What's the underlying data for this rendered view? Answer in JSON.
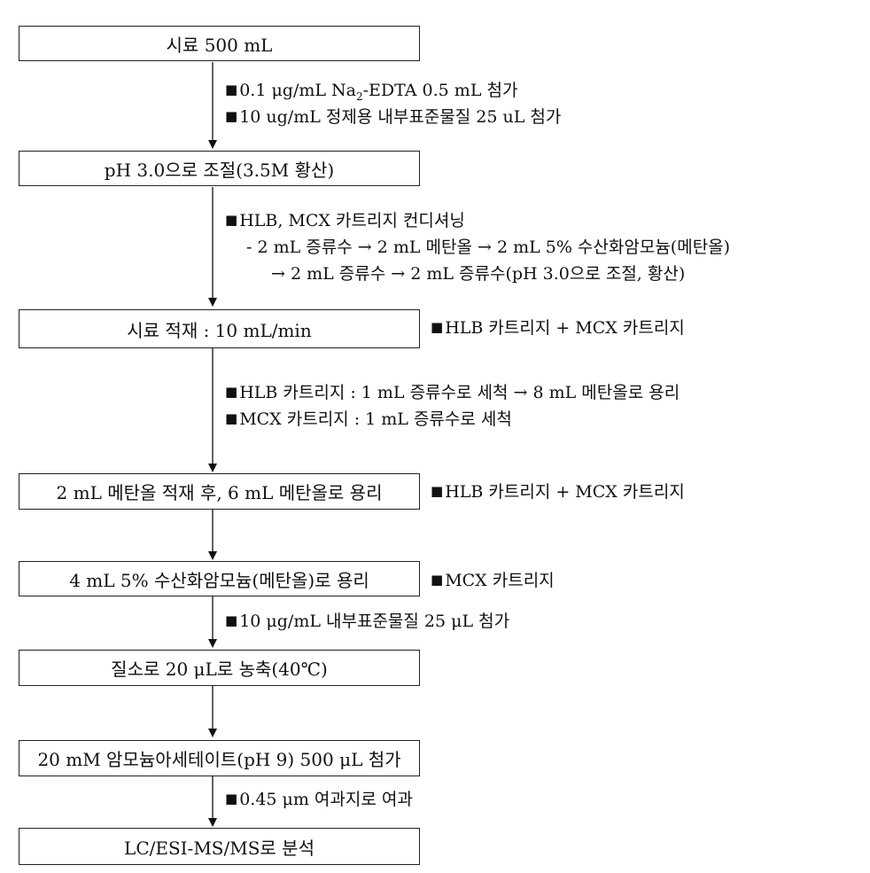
{
  "steps": {
    "s1": "시료 500 mL",
    "s2": "pH 3.0으로 조절(3.5M 황산)",
    "s3": "시료 적재 : 10 mL/min",
    "s4": "2 mL 메탄올 적재 후, 6 mL 메탄올로 용리",
    "s5": "4 mL 5% 수산화암모늄(메탄올)로 용리",
    "s6": "질소로 20 μL로 농축(40℃)",
    "s7": "20 mM 암모늄아세테이트(pH 9) 500 μL 첨가",
    "s8": "LC/ESI-MS/MS로 분석"
  },
  "bullet": "■",
  "notes": {
    "n1a_pre": "0.1 μg/mL Na",
    "n1a_sub": "2",
    "n1a_post": "-EDTA  0.5 mL 첨가",
    "n1b": "10 ug/mL 정제용 내부표준물질 25 uL 첨가",
    "n2a": "HLB, MCX 카트리지 컨디셔닝",
    "n2b": "- 2 mL 증류수 → 2 mL 메탄올 → 2 mL 5% 수산화암모늄(메탄올)",
    "n2c": "→ 2 mL 증류수 → 2 mL 증류수(pH 3.0으로 조절, 황산)",
    "n3a": "HLB 카트리지 : 1 mL 증류수로 세척 → 8 mL 메탄올로 용리",
    "n3b": "MCX 카트리지 : 1 mL 증류수로 세척",
    "n5a": "10 μg/mL 내부표준물질 25 μL 첨가",
    "n7a": "0.45 μm 여과지로 여과"
  },
  "side": {
    "s3": "HLB 카트리지 + MCX 카트리지",
    "s4": "HLB 카트리지 + MCX 카트리지",
    "s5": "MCX 카트리지"
  }
}
